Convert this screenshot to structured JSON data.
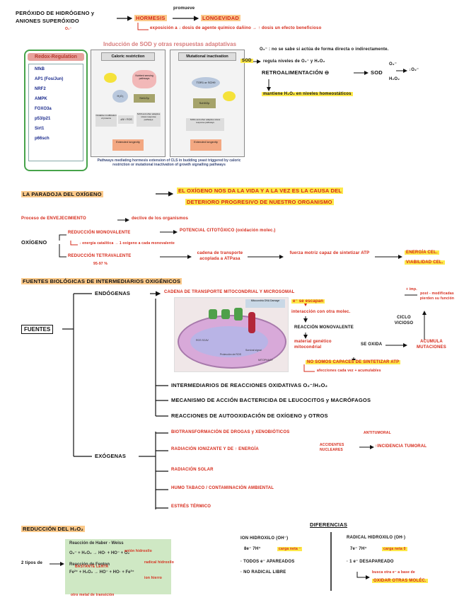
{
  "top": {
    "left_line1": "PERÓXIDO DE HIDRÓGENO y",
    "left_line2": "ANIONES SUPERÓXIDO",
    "left_sub": "O₂⁻",
    "hormesis": "HORMESIS",
    "promueve": "promueve",
    "longevidad": "LONGEVIDAD",
    "note": "exposición a ↓ dosis de agente químico dañino → ↑ dosis un efecto beneficioso"
  },
  "figure": {
    "title": "Inducción de SOD y otras respuestas adaptativas",
    "redox_title": "Redox-Regulation",
    "redox_items": [
      "NfkB",
      "AP1 (Fos/Jun)",
      "NRF2",
      "AMPK",
      "FOXO3a",
      "p53/p21",
      "Sirt1",
      "p66sch"
    ],
    "panel_left_title": "Caloric restriction",
    "panel_right_title": "Mutational inactivation",
    "left_nodes": [
      "Nutrient sensing pathways",
      "H₂O₂",
      "Sirt1/2p",
      "Oxidative modification of proteins",
      "↓ΔΨ / ROS",
      "Sch9 and other adaptive stress response pathways",
      "Extended longevity"
    ],
    "right_nodes": [
      "TOR1 or SCH9",
      "Sch9/2p",
      "SODs and other adaptive stress response pathways",
      "Extended longevity"
    ],
    "caption": "Pathways mediating hormesis extension of CLS in budding yeast triggered by caloric restriction or mutational inactivation of growth signalling pathways"
  },
  "right_notes": {
    "line1": "O₂⁻ : no se sabe si actúa de forma directa o indirectamente.",
    "line2_a": "SOD",
    "line2_b": "regula niveles de O₂⁻ y H₂O₂",
    "retro": "RETROALIMENTACIÓN ⊖",
    "sod": "SOD",
    "o2": "O₂⁻",
    "h2o2": "H₂O₂",
    "o2b": "↓O₂⁻",
    "mantiene": "mantiene H₂O₂ en niveles homeostáticos"
  },
  "paradoja": {
    "title": "LA PARADOJA DEL OXÍGENO",
    "line1": "EL OXÍGENO NOS DA LA VIDA Y A LA VEZ ES LA CAUSA DEL",
    "line2": "DETERIORO PROGRESIVO DE NUESTRO ORGANISMO",
    "proceso": "Proceso de ENVEJECIMIENTO",
    "proceso_r": "declive de los organismos",
    "oxigeno": "OXÍGENO",
    "red_mono": "REDUCCIÓN MONOVALENTE",
    "red_mono_r": "POTENCIAL CITOTÓXICO (oxidación molec.)",
    "red_mono_sub": "↓ energía catalítica → 1 oxígeno a cada monovalente",
    "red_tetra": "REDUCCIÓN TETRAVALENTE",
    "red_tetra_sub": "95-97 %",
    "cadena": "cadena de transporte acoplada a ATPasa",
    "fuerza": "fuerza motriz capaz de sintetizar ATP",
    "energia": "ENERGÍA CEL.",
    "viabilidad": "VIABILIDAD CEL."
  },
  "fuentes": {
    "title": "FUENTES BIOLÓGICAS DE INTERMEDIARIOS OXIGÉNICOS",
    "box": "FUENTES",
    "endogenas": "ENDÓGENAS",
    "exogenas": "EXÓGENAS",
    "cadena": "CADENA DE TRANSPORTE MITOCONDRIAL Y MICROSOMAL",
    "cadena_note": "+ imp.",
    "e_escapan": "e⁻ se escapan",
    "interaccion": "interacción con otra molec.",
    "reaccion_mono": "REACCIÓN MONOVALENTE",
    "material": "material genético mitocondrial",
    "se_oxida": "SE OXIDA",
    "acumula": "ACUMULA MUTACIONES",
    "ciclo": "CICLO VICIOSO",
    "post": "post - modificadas pierden su función",
    "no_somos": "NO SOMOS CAPACES DE SINTETIZAR ATP",
    "afecciones": "afecciones cada vez + acumulables",
    "endo_items": [
      "INTERMEDIARIOS DE REACCIONES OXIDATIVAS O₂⁻/H₂O₂",
      "MECANISMO DE ACCIÓN BACTERICIDA DE LEUCOCITOS y MACRÓFAGOS",
      "REACCIONES DE AUTOOXIDACIÓN DE OXÍGENO y OTROS"
    ],
    "exo_items": [
      "BIOTRANSFORMACIÓN DE DROGAS y XENOBIÓTICOS",
      "RADIACIÓN IONIZANTE Y DE ↑ ENERGÍA",
      "RADIACIÓN SOLAR",
      "HUMO TABACO / CONTAMINACIÓN AMBIENTAL",
      "ESTRÉS TÉRMICO"
    ],
    "antitumoral": "ANTITUMORAL",
    "accidentes": "ACCIDENTES NUCLEARES",
    "incidencia": "↑INCIDENCIA TUMORAL",
    "mito_labels": [
      "Mitocondria DNA Damage",
      "Protección de ROS",
      "ROS SCAV",
      "Survival signal",
      "MITOPHAGY"
    ]
  },
  "reduccion": {
    "title": "REDUCCIÓN DEL H₂O₂",
    "mecanismos": "2 tipos de",
    "haber_title": "Reacción de Haber - Weiss",
    "haber_eq": "O₂⁻ + H₂O₂ → HO· + HO⁻ + O₂",
    "haber_note1": "anión hidroxilo",
    "haber_note2": "radical hidroxilo",
    "haber_note3": "BASTANTE LENTA",
    "fenton_title": "Reacción de Fenton",
    "fenton_eq": "Fe²⁺ + H₂O₂ → HO⁻ + HO· + Fe³⁺",
    "fenton_note": "ion hierro",
    "fenton_note2": "otro metal de transición"
  },
  "diferencias": {
    "title": "DIFERENCIAS",
    "left_title": "ION HIDROXILO (OH⁻)",
    "left_1": "8e⁻ 7H⁺",
    "left_1b": "carga neta ⁻",
    "left_2": "· TODOS e⁻ APAREADOS",
    "left_3": "· NO RADICAL LIBRE",
    "right_title": "RADICAL HIDROXILO (OH·)",
    "right_1": "7e⁻ 7H⁺",
    "right_1b": "carga neta 0",
    "right_2": "· 1 e⁻ DESAPAREADO",
    "right_3": "busca otra e⁻ a base de",
    "right_4": "OXIDAR OTRAS MOLÉC."
  }
}
